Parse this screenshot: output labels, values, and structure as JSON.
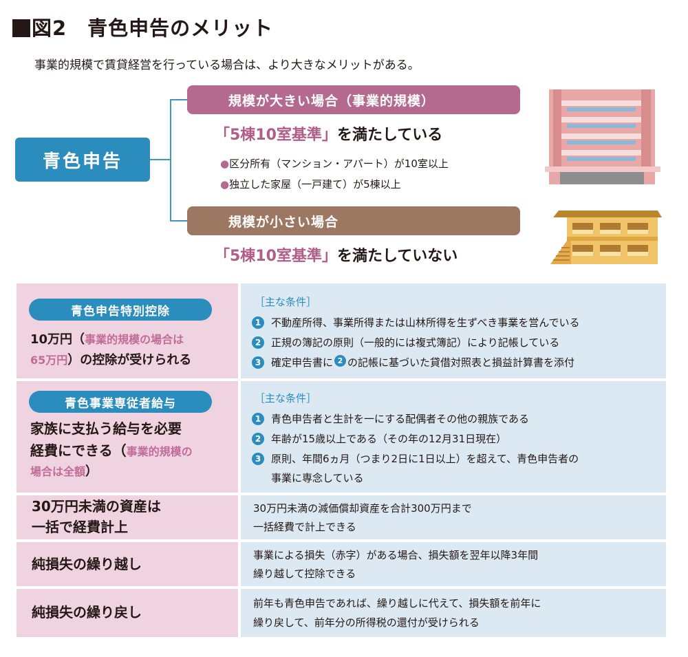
{
  "title": "図2　青色申告のメリット",
  "subtitle": "事業的規模で賃貸経営を行っている場合は、より大きなメリットがある。",
  "tree": {
    "root_label": "青色申告",
    "large": {
      "band": "規模が大きい場合（事業的規模）",
      "standard_quoted": "「5棟10室基準」",
      "standard_tail": "を満たしている",
      "bullets": [
        "区分所有（マンション・アパート）が10室以上",
        "独立した家屋（一戸建て）が5棟以上"
      ]
    },
    "small": {
      "band": "規模が小さい場合",
      "standard_quoted": "「5棟10室基準」",
      "standard_tail": "を満たしていない"
    }
  },
  "table": {
    "row1": {
      "pill": "青色申告特別控除",
      "line1_a": "10万円（",
      "line1_pink": "事業的規模の場合は",
      "line2_pink": "65万円",
      "line2_b": "）の控除が受けられる",
      "cond_label": "［主な条件］",
      "items": [
        "不動産所得、事業所得または山林所得を生ずべき事業を営んでいる",
        "正規の簿記の原則（一般的には複式簿記）により記帳している"
      ],
      "item3_a": "確定申告書に",
      "item3_ref": "2",
      "item3_b": "の記帳に基づいた貸借対照表と損益計算書を添付"
    },
    "row2": {
      "pill": "青色事業専従者給与",
      "line1": "家族に支払う給与を必要",
      "line2_a": "経費にできる（",
      "line2_pink": "事業的規模の",
      "line3_pink": "場合は全額",
      "line3_b": "）",
      "cond_label": "［主な条件］",
      "items": [
        "青色申告者と生計を一にする配偶者その他の親族である",
        "年齢が15歳以上である（その年の12月31日現在）",
        "原則、年間6ヵ月（つまり2日に1日以上）を超えて、青色申告者の"
      ],
      "item3_cont": "事業に専念している"
    },
    "row3": {
      "left1": "30万円未満の資産は",
      "left2": "一括で経費計上",
      "right1": "30万円未満の減価償却資産を合計300万円まで",
      "right2": "一括経費で計上できる"
    },
    "row4": {
      "left": "純損失の繰り越し",
      "right1": "事業による損失（赤字）がある場合、損失額を翌年以降3年間",
      "right2": "繰り越して控除できる"
    },
    "row5": {
      "left": "純損失の繰り戻し",
      "right1": "前年も青色申告であれば、繰り越しに代えて、損失額を前年に",
      "right2": "繰り戻して、前年分の所得税の還付が受けられる"
    }
  },
  "numbers": [
    "1",
    "2",
    "3"
  ]
}
